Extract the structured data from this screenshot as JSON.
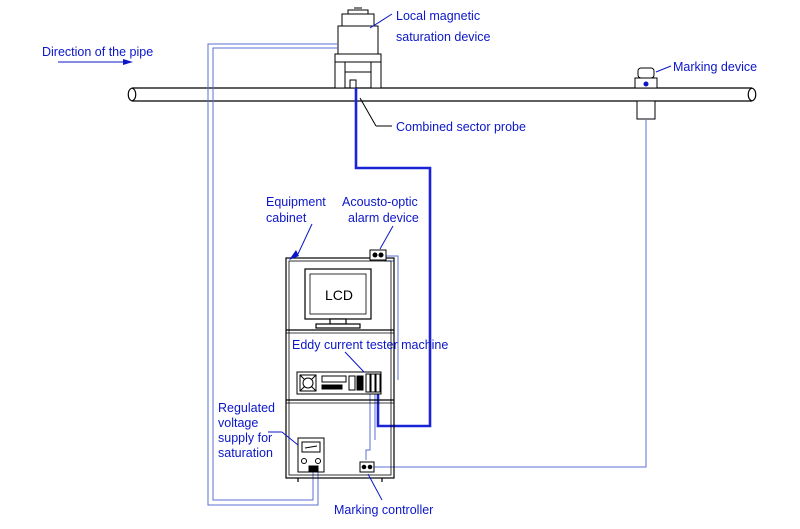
{
  "colors": {
    "label": "#0b16c8",
    "wire": "#5b6fd6",
    "probe_cable": "#1a23d8",
    "outline": "#000000",
    "background": "#ffffff"
  },
  "labels": {
    "direction": "Direction of the pipe",
    "magnetic_line1": "Local magnetic",
    "magnetic_line2": "saturation device",
    "marking_device": "Marking device",
    "probe": "Combined sector probe",
    "cabinet_line1": "Equipment",
    "cabinet_line2": "cabinet",
    "alarm_line1": "Acousto-optic",
    "alarm_line2": "alarm device",
    "lcd": "LCD",
    "tester": "Eddy current tester machine",
    "supply_line1": "Regulated",
    "supply_line2": "voltage",
    "supply_line3": "supply for",
    "supply_line4": "saturation",
    "marking_controller": "Marking controller"
  }
}
